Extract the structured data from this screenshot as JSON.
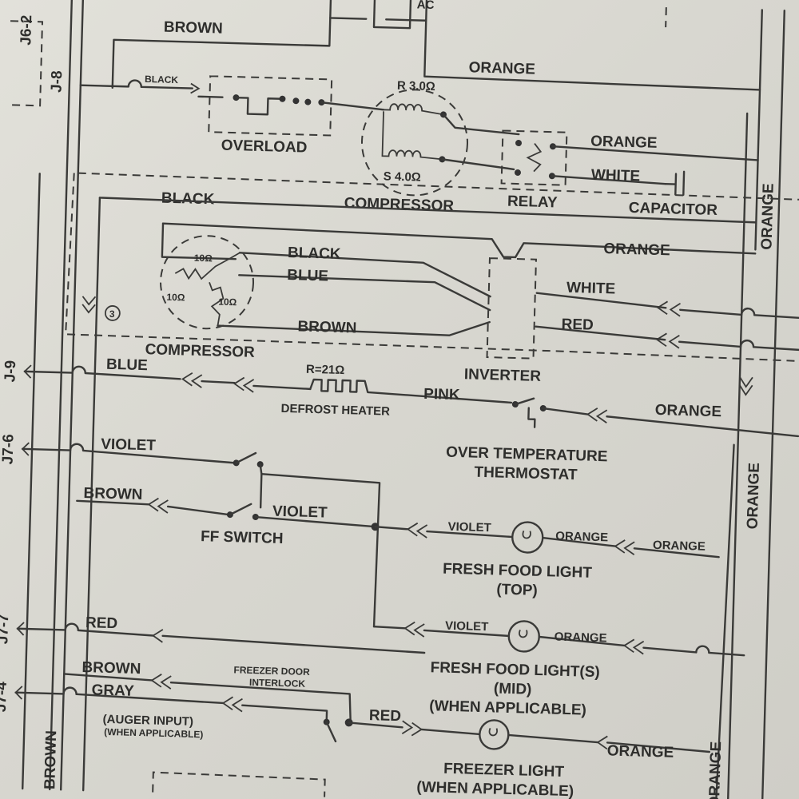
{
  "top": {
    "ac": "AC",
    "brown": "BROWN",
    "orange": "ORANGE"
  },
  "connectors": {
    "j8": "J-8",
    "j9": "J-9",
    "j76": "J7-6",
    "j77": "J7-7",
    "j74": "J7-4",
    "j62": "J6-2",
    "circ3": "3"
  },
  "compressor_section": {
    "black": "BLACK",
    "r_value": "R 3.0Ω",
    "s_value": "S 4.0Ω",
    "overload": "OVERLOAD",
    "compressor": "COMPRESSOR",
    "relay": "RELAY",
    "capacitor": "CAPACITOR",
    "orange": "ORANGE",
    "white": "WHITE",
    "orange_vertical": "ORANGE"
  },
  "inverter_section": {
    "black_top": "BLACK",
    "orange": "ORANGE",
    "black": "BLACK",
    "blue": "BLUE",
    "brown": "BROWN",
    "white": "WHITE",
    "red": "RED",
    "r1": "10Ω",
    "r2": "10Ω",
    "r3": "10Ω",
    "compressor": "COMPRESSOR",
    "inverter": "INVERTER"
  },
  "defrost": {
    "blue": "BLUE",
    "r_value": "R=21Ω",
    "heater": "DEFROST HEATER",
    "pink": "PINK",
    "orange": "ORANGE",
    "thermostat_line1": "OVER TEMPERATURE",
    "thermostat_line2": "THERMOSTAT",
    "orange_vertical": "ORANGE"
  },
  "ff_switch": {
    "violet_top": "VIOLET",
    "brown": "BROWN",
    "violet": "VIOLET",
    "label": "FF SWITCH"
  },
  "ff_light_top": {
    "violet": "VIOLET",
    "orange_near": "ORANGE",
    "orange_far": "ORANGE",
    "label1": "FRESH FOOD LIGHT",
    "label2": "(TOP)"
  },
  "ff_light_mid": {
    "red": "RED",
    "violet": "VIOLET",
    "orange": "ORANGE",
    "label1": "FRESH FOOD LIGHT(S)",
    "label2": "(MID)",
    "label3": "(WHEN APPLICABLE)"
  },
  "freezer": {
    "brown": "BROWN",
    "gray": "GRAY",
    "interlock1": "FREEZER DOOR",
    "interlock2": "INTERLOCK",
    "auger1": "(AUGER INPUT)",
    "auger2": "(WHEN APPLICABLE)",
    "red": "RED",
    "orange": "ORANGE",
    "light1": "FREEZER LIGHT",
    "light2": "(WHEN APPLICABLE)",
    "brown_vertical": "BROWN",
    "orange_vertical": "ORANGE"
  }
}
